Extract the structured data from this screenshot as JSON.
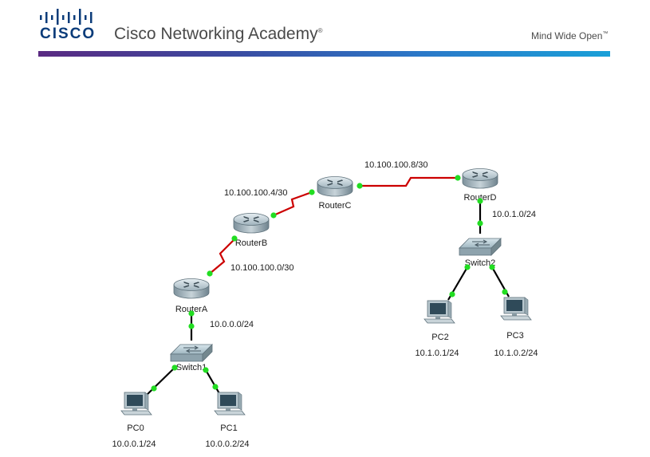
{
  "header": {
    "brand": "CISCO",
    "title": "Cisco Networking Academy",
    "title_mark": "®",
    "tagline": "Mind Wide Open",
    "tagline_mark": "™",
    "colors": {
      "brand": "#0b3c7a",
      "bar_start": "#5a2a82",
      "bar_end": "#1aa0d8"
    }
  },
  "topology": {
    "routers": [
      "RouterA",
      "RouterB",
      "RouterC",
      "RouterD"
    ],
    "switches": [
      "Switch1",
      "Switch2"
    ],
    "pcs": [
      "PC0",
      "PC1",
      "PC2",
      "PC3"
    ],
    "networks": {
      "ab": "10.100.100.0/30",
      "bc": "10.100.100.4/30",
      "cd": "10.100.100.8/30",
      "lan_a": "10.0.0.0/24",
      "lan_d": "10.0.1.0/24"
    },
    "pc_addresses": {
      "pc0": "10.0.0.1/24",
      "pc1": "10.0.0.2/24",
      "pc2": "10.1.0.1/24",
      "pc3": "10.1.0.2/24"
    },
    "colors": {
      "serial_link": "#cc0000",
      "ethernet_link": "#000000",
      "port_up": "#22dd22"
    }
  }
}
